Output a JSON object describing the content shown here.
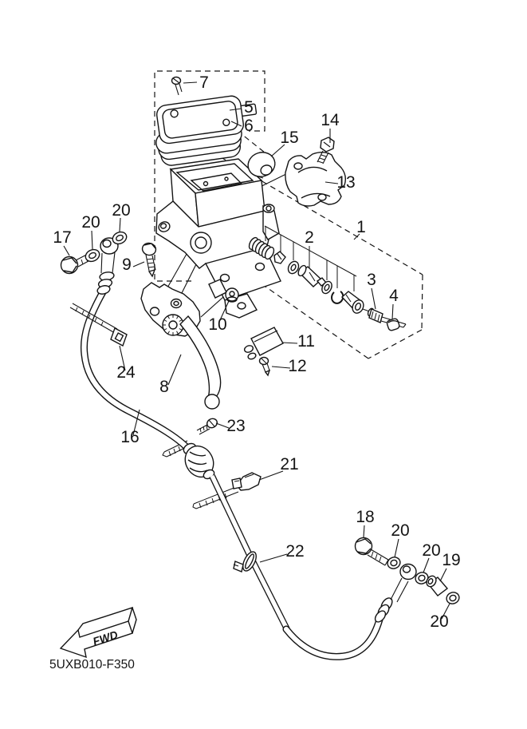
{
  "figure": {
    "code": "5UXB010-F350",
    "fwd_label": "FWD",
    "ink": "#141414",
    "paper": "#ffffff",
    "callouts": [
      {
        "n": "7"
      },
      {
        "n": "5"
      },
      {
        "n": "6"
      },
      {
        "n": "15"
      },
      {
        "n": "14"
      },
      {
        "n": "13"
      },
      {
        "n": "1"
      },
      {
        "n": "2"
      },
      {
        "n": "3"
      },
      {
        "n": "4"
      },
      {
        "n": "17"
      },
      {
        "n": "20"
      },
      {
        "n": "20"
      },
      {
        "n": "9"
      },
      {
        "n": "10"
      },
      {
        "n": "11"
      },
      {
        "n": "12"
      },
      {
        "n": "24"
      },
      {
        "n": "8"
      },
      {
        "n": "16"
      },
      {
        "n": "23"
      },
      {
        "n": "21"
      },
      {
        "n": "22"
      },
      {
        "n": "18"
      },
      {
        "n": "20"
      },
      {
        "n": "20"
      },
      {
        "n": "19"
      },
      {
        "n": "20"
      }
    ]
  }
}
